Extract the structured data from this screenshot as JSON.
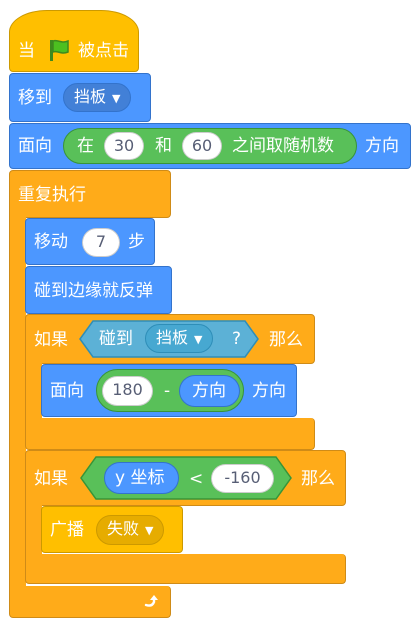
{
  "script": {
    "hat": {
      "label": "当",
      "suffix": "被点击",
      "icon": "green-flag-icon"
    },
    "goto": {
      "label": "移到",
      "target": "挡板"
    },
    "point_random": {
      "label": "面向",
      "op_prefix": "在",
      "from": "30",
      "op_mid": "和",
      "to": "60",
      "op_suffix": "之间取随机数",
      "label_end": "方向"
    },
    "forever": {
      "label": "重复执行",
      "repeat_icon": "loop-arrow-icon"
    },
    "move": {
      "label": "移动",
      "steps": "7",
      "suffix": "步"
    },
    "bounce": {
      "label": "碰到边缘就反弹"
    },
    "if1": {
      "label": "如果",
      "then": "那么",
      "cond": {
        "label": "碰到",
        "target": "挡板",
        "q": "?"
      },
      "body": {
        "label": "面向",
        "minuend": "180",
        "minus": "-",
        "reporter": "方向",
        "label_end": "方向"
      }
    },
    "if2": {
      "label": "如果",
      "then": "那么",
      "cond": {
        "left": "y 坐标",
        "op": "<",
        "right": "-160"
      },
      "body": {
        "label": "广播",
        "message": "失败"
      }
    }
  },
  "colors": {
    "motion": "#4c97ff",
    "control": "#ffab19",
    "event": "#ffbf00",
    "operators": "#59c059",
    "sensing": "#5cb1d6"
  }
}
